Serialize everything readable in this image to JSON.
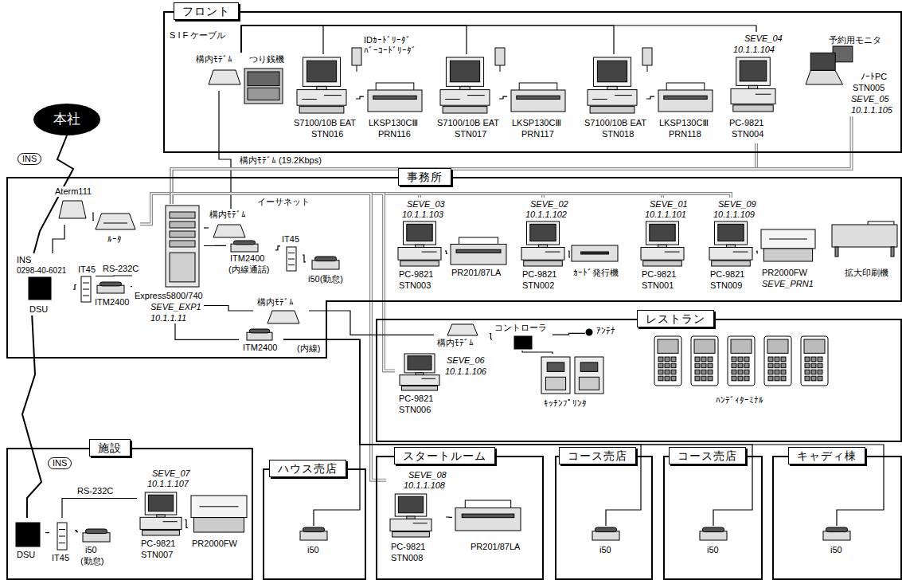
{
  "diagram": {
    "nodes": [
      {
        "text": [
          "フロント"
        ]
      },
      {
        "text": [
          "事務所"
        ]
      },
      {
        "text": [
          "本社"
        ]
      },
      {
        "text": [
          "レストラン"
        ]
      },
      {
        "text": [
          "施設"
        ]
      },
      {
        "text": [
          "ハウス売店"
        ]
      },
      {
        "text": [
          "スタートルーム"
        ]
      },
      {
        "text": [
          "コース売店"
        ]
      },
      {
        "text": [
          "コース売店"
        ]
      },
      {
        "text": [
          "キャディ棟"
        ]
      },
      {
        "text": [
          "構内ﾓﾃﾞﾑ"
        ],
        "in": 0
      },
      {
        "text": [
          "つり銭機"
        ],
        "in": 0
      },
      {
        "text": [
          "S7100/10B EAT",
          "STN016"
        ],
        "in": 0
      },
      {
        "text": [
          "LKSP130CⅢ",
          "PRN116"
        ],
        "in": 0
      },
      {
        "text": [
          "S7100/10B EAT",
          "STN017"
        ],
        "in": 0
      },
      {
        "text": [
          "LKSP130CⅢ",
          "PRN117"
        ],
        "in": 0
      },
      {
        "text": [
          "S7100/10B EAT",
          "STN018"
        ],
        "in": 0
      },
      {
        "text": [
          "LKSP130CⅢ",
          "PRN118"
        ],
        "in": 0
      },
      {
        "text": [
          "SEVE_04",
          "10.1.1.104",
          "PC-9821",
          "STN004"
        ],
        "in": 0
      },
      {
        "text": [
          "予約用モニタ",
          "ﾉｰﾄPC",
          "STN005",
          "SEVE_05",
          "10.1.1.105"
        ],
        "in": 0
      },
      {
        "text": [
          "Aterm111"
        ],
        "in": 1
      },
      {
        "text": [
          "ﾙｰﾀ"
        ],
        "in": 1
      },
      {
        "text": [
          "INS",
          "0298-40-6021",
          "DSU"
        ],
        "in": 1
      },
      {
        "text": [
          "IT45"
        ],
        "in": 1
      },
      {
        "text": [
          "ITM2400"
        ],
        "in": 1
      },
      {
        "text": [
          "Express5800/740",
          "SEVE_EXP1",
          "10.1.1.11"
        ],
        "in": 1
      },
      {
        "text": [
          "構内ﾓﾃﾞﾑ"
        ],
        "in": 1
      },
      {
        "text": [
          "ITM2400",
          "(内線通話)"
        ],
        "in": 1
      },
      {
        "text": [
          "IT45"
        ],
        "in": 1
      },
      {
        "text": [
          "i50(勤怠)"
        ],
        "in": 1
      },
      {
        "text": [
          "構内ﾓﾃﾞﾑ"
        ],
        "in": 1
      },
      {
        "text": [
          "ITM2400"
        ],
        "in": 1
      },
      {
        "text": [
          "SEVE_03",
          "10.1.1.103",
          "PC-9821",
          "STN003"
        ],
        "in": 1
      },
      {
        "text": [
          "PR201/87LA"
        ],
        "in": 1
      },
      {
        "text": [
          "SEVE_02",
          "10.1.1.102",
          "PC-9821",
          "STN002"
        ],
        "in": 1
      },
      {
        "text": [
          "ｶｰﾄﾞ発行機"
        ],
        "in": 1
      },
      {
        "text": [
          "SEVE_01",
          "10.1.1.101",
          "PC-9821",
          "STN001"
        ],
        "in": 1
      },
      {
        "text": [
          "SEVE_09",
          "10.1.1.109",
          "PC-9821",
          "STN009"
        ],
        "in": 1
      },
      {
        "text": [
          "PR2000FW",
          "SEVE_PRN1"
        ],
        "in": 1
      },
      {
        "text": [
          "拡大印刷機"
        ],
        "in": 1
      },
      {
        "text": [
          "SEVE_06",
          "10.1.1.106",
          "PC-9821",
          "STN006"
        ],
        "in": 3
      },
      {
        "text": [
          "構内ﾓﾃﾞﾑ"
        ],
        "in": 3
      },
      {
        "text": [
          "コントローラ"
        ],
        "in": 3
      },
      {
        "text": [
          "ｱﾝﾃﾅ"
        ],
        "in": 3
      },
      {
        "text": [
          "ｷｯﾁﾝﾌﾟﾘﾝﾀ"
        ],
        "in": 3
      },
      {
        "text": [
          "ﾊﾝﾃﾞｨﾀｰﾐﾅﾙ"
        ],
        "in": 3
      },
      {
        "text": [
          "DSU"
        ],
        "in": 4
      },
      {
        "text": [
          "IT45"
        ],
        "in": 4
      },
      {
        "text": [
          "i50",
          "(勤怠)"
        ],
        "in": 4
      },
      {
        "text": [
          "SEVE_07",
          "10.1.1.107",
          "PC-9821",
          "STN007"
        ],
        "in": 4
      },
      {
        "text": [
          "PR2000FW"
        ],
        "in": 4
      },
      {
        "text": [
          "i50"
        ],
        "in": 5
      },
      {
        "text": [
          "SEVE_08",
          "10.1.1.108",
          "PC-9821",
          "STN008"
        ],
        "in": 6
      },
      {
        "text": [
          "PR201/87LA"
        ],
        "in": 6
      },
      {
        "text": [
          "i50"
        ],
        "in": 7
      },
      {
        "text": [
          "i50"
        ],
        "in": 8
      },
      {
        "text": [
          "i50"
        ],
        "in": 9
      }
    ],
    "edges": [
      {
        "from": 2,
        "to": 22,
        "arrow": "none",
        "label": "INS"
      },
      {
        "from": 46,
        "to": 22,
        "arrow": "none",
        "label": "INS"
      },
      {
        "from": 22,
        "to": 23,
        "arrow": "none"
      },
      {
        "from": 23,
        "to": 25,
        "arrow": "none",
        "label": "RS-232C"
      },
      {
        "from": 24,
        "to": 25,
        "arrow": "none"
      },
      {
        "from": 20,
        "to": 22,
        "arrow": "none"
      },
      {
        "from": 20,
        "to": 21,
        "arrow": "none"
      },
      {
        "from": 21,
        "to": 25,
        "arrow": "none"
      },
      {
        "from": 25,
        "to": 26,
        "arrow": "none"
      },
      {
        "from": 26,
        "to": 10,
        "arrow": "none",
        "label": "構内ﾓﾃﾞﾑ (19.2Kbps)"
      },
      {
        "from": 10,
        "to": 12,
        "arrow": "none"
      },
      {
        "from": 10,
        "to": 14,
        "arrow": "none"
      },
      {
        "from": 10,
        "to": 16,
        "arrow": "none"
      },
      {
        "from": 10,
        "to": 18,
        "arrow": "none"
      },
      {
        "from": 12,
        "to": 13,
        "arrow": "none"
      },
      {
        "from": 14,
        "to": 15,
        "arrow": "none"
      },
      {
        "from": 16,
        "to": 17,
        "arrow": "none"
      },
      {
        "from": 25,
        "to": 18,
        "arrow": "none"
      },
      {
        "from": 25,
        "to": 19,
        "arrow": "none"
      },
      {
        "from": 25,
        "to": 32,
        "arrow": "none"
      },
      {
        "from": 25,
        "to": 34,
        "arrow": "none"
      },
      {
        "from": 25,
        "to": 36,
        "arrow": "none"
      },
      {
        "from": 25,
        "to": 37,
        "arrow": "none"
      },
      {
        "from": 25,
        "to": 40,
        "arrow": "none"
      },
      {
        "from": 25,
        "to": 52,
        "arrow": "none"
      },
      {
        "from": 32,
        "to": 33,
        "arrow": "none"
      },
      {
        "from": 34,
        "to": 35,
        "arrow": "none"
      },
      {
        "from": 37,
        "to": 38,
        "arrow": "none"
      },
      {
        "from": 25,
        "to": 27,
        "arrow": "none"
      },
      {
        "from": 27,
        "to": 28,
        "arrow": "none"
      },
      {
        "from": 28,
        "to": 29,
        "arrow": "none"
      },
      {
        "from": 25,
        "to": 30,
        "arrow": "none"
      },
      {
        "from": 30,
        "to": 41,
        "arrow": "none"
      },
      {
        "from": 41,
        "to": 42,
        "arrow": "none"
      },
      {
        "from": 42,
        "to": 43,
        "arrow": "none"
      },
      {
        "from": 42,
        "to": 44,
        "arrow": "none"
      },
      {
        "from": 25,
        "to": 31,
        "arrow": "none"
      },
      {
        "from": 31,
        "to": 51,
        "arrow": "none",
        "label": "(内線)"
      },
      {
        "from": 31,
        "to": 54,
        "arrow": "none"
      },
      {
        "from": 31,
        "to": 55,
        "arrow": "none"
      },
      {
        "from": 31,
        "to": 56,
        "arrow": "none"
      },
      {
        "from": 46,
        "to": 47,
        "arrow": "none"
      },
      {
        "from": 47,
        "to": 48,
        "arrow": "none"
      },
      {
        "from": 47,
        "to": 49,
        "arrow": "none",
        "label": "RS-232C"
      },
      {
        "from": 49,
        "to": 50,
        "arrow": "none"
      },
      {
        "from": 52,
        "to": 53,
        "arrow": "none"
      }
    ],
    "labels": [
      "S I F ケーブル",
      "IDｶｰﾄﾞﾘｰﾀﾞ",
      "ﾊﾞｰｺｰﾄﾞﾘｰﾀﾞ",
      "イーサネット"
    ]
  }
}
